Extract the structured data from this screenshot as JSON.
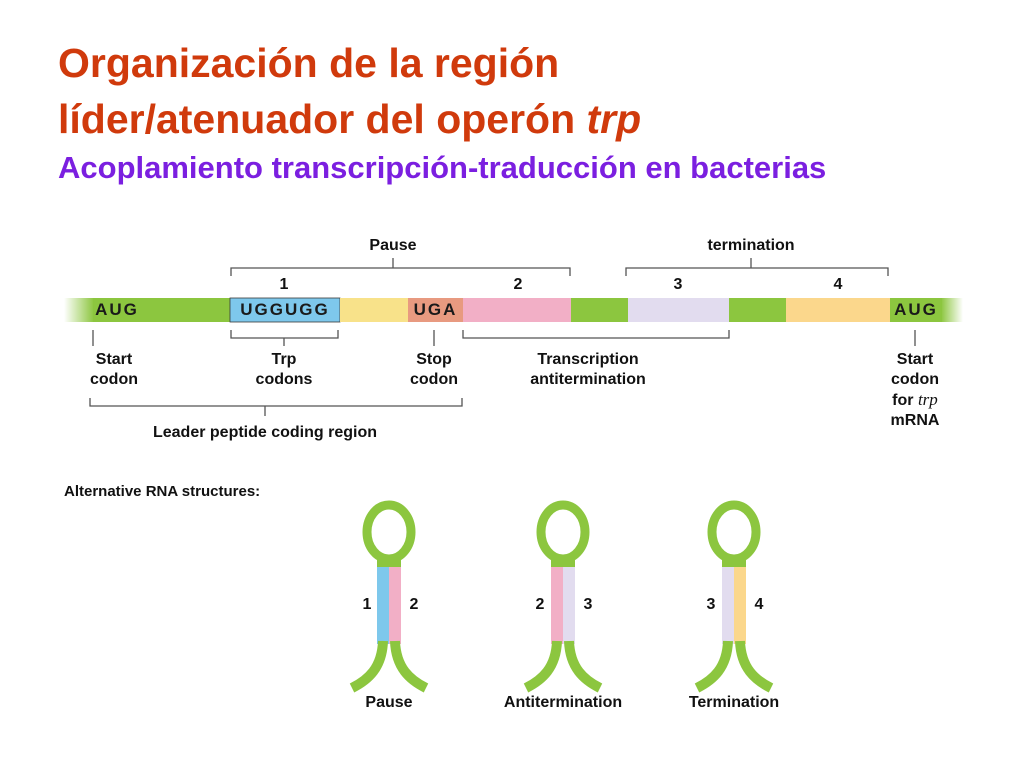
{
  "title": {
    "line1": "Organización de la región",
    "line2_main": "líder/atenuador  del operón ",
    "line2_italic": "trp"
  },
  "subtitle": "Acoplamiento transcripción-traducción en bacterias",
  "mrna": {
    "segments": [
      {
        "text": "AUG",
        "color": "#8cc63f"
      },
      {
        "text": "UGGUGG",
        "color": "#7ec8ec"
      },
      {
        "text": "",
        "color": "#f8e28a"
      },
      {
        "text": "UGA",
        "color": "#e89a80"
      },
      {
        "text": "",
        "color": "#f2afc6"
      },
      {
        "text": "",
        "color": "#8cc63f"
      },
      {
        "text": "",
        "color": "#e2dcef"
      },
      {
        "text": "",
        "color": "#8cc63f"
      },
      {
        "text": "",
        "color": "#fbd78c"
      },
      {
        "text": "AUG",
        "color": "#8cc63f"
      }
    ],
    "region_numbers": [
      "1",
      "2",
      "3",
      "4"
    ]
  },
  "top_brackets": {
    "pause": "Pause",
    "termination": "termination"
  },
  "bottom_labels": {
    "start_codon": [
      "Start",
      "codon"
    ],
    "trp_codons": [
      "Trp",
      "codons"
    ],
    "stop_codon": [
      "Stop",
      "codon"
    ],
    "antitermination": [
      "Transcription",
      "antitermination"
    ],
    "start_trp_1": "Start",
    "start_trp_2": "codon",
    "start_trp_3_pre": "for ",
    "start_trp_3_italic": "trp",
    "start_trp_4": "mRNA",
    "leader": "Leader peptide coding region"
  },
  "alt_structures": {
    "heading": "Alternative RNA structures:",
    "items": [
      {
        "name": "Pause",
        "left": "1",
        "right": "2",
        "left_color": "#7ec8ec",
        "right_color": "#f2afc6"
      },
      {
        "name": "Antitermination",
        "left": "2",
        "right": "3",
        "left_color": "#f2afc6",
        "right_color": "#e2dcef"
      },
      {
        "name": "Termination",
        "left": "3",
        "right": "4",
        "left_color": "#e2dcef",
        "right_color": "#fbd78c"
      }
    ]
  },
  "colors": {
    "title": "#d03a0c",
    "subtitle": "#7b1fe0",
    "stem_green": "#8cc63f"
  }
}
